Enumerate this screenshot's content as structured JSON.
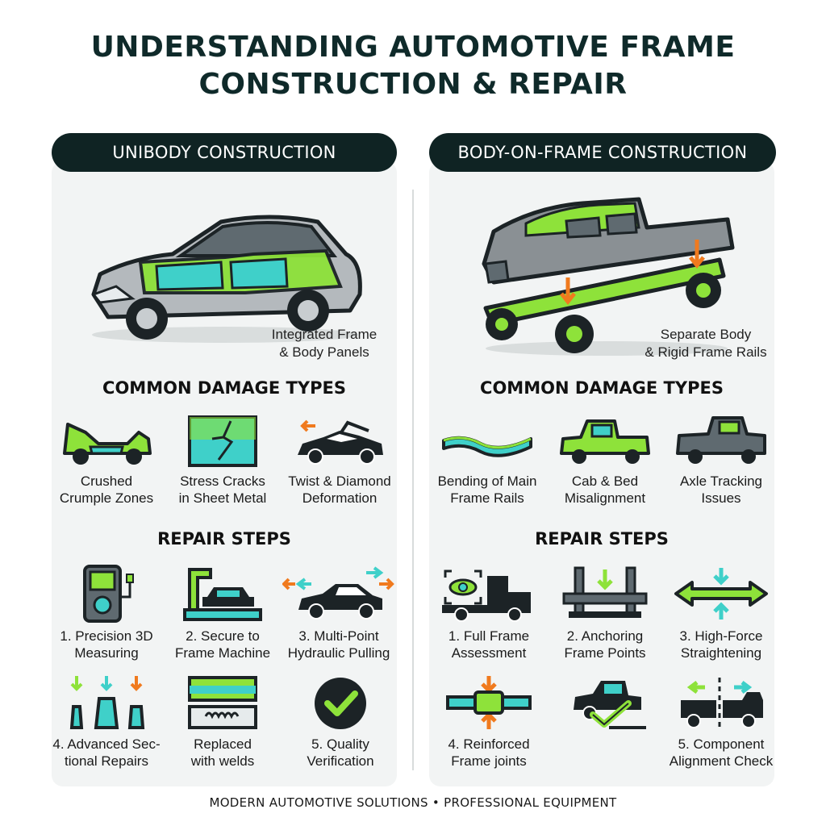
{
  "title_line1": "UNDERSTANDING AUTOMOTIVE FRAME",
  "title_line2": "CONSTRUCTION & REPAIR",
  "colors": {
    "dark": "#0f2323",
    "accent": "#8ee23a",
    "teal": "#3fd0c9",
    "orange": "#f07a1e",
    "panel": "#f2f4f4"
  },
  "unibody": {
    "header": "UNIBODY CONSTRUCTION",
    "hero_caption": "Integrated Frame\n& Body Panels",
    "damage_title": "COMMON DAMAGE TYPES",
    "damage": [
      {
        "icon": "crushed-car-icon",
        "label": "Crushed\nCrumple Zones"
      },
      {
        "icon": "cracked-panel-icon",
        "label": "Stress Cracks\nin Sheet Metal"
      },
      {
        "icon": "twisted-car-icon",
        "label": "Twist & Diamond\nDeformation"
      }
    ],
    "repair_title": "REPAIR STEPS",
    "repairs": [
      {
        "icon": "measuring-device-icon",
        "label": "1. Precision 3D\nMeasuring"
      },
      {
        "icon": "frame-machine-icon",
        "label": "2. Secure to\nFrame Machine"
      },
      {
        "icon": "pulling-car-icon",
        "label": "3. Multi-Point\nHydraulic Pulling"
      },
      {
        "icon": "sectional-repair-icon",
        "label": "4. Advanced Sec-\ntional Repairs"
      },
      {
        "icon": "weld-icon",
        "label": "Replaced\nwith welds"
      },
      {
        "icon": "checkmark-icon",
        "label": "5. Quality\nVerification"
      }
    ]
  },
  "bodyonframe": {
    "header": "BODY-ON-FRAME CONSTRUCTION",
    "hero_caption": "Separate Body\n& Rigid Frame Rails",
    "damage_title": "COMMON DAMAGE TYPES",
    "damage": [
      {
        "icon": "bent-rail-icon",
        "label": "Bending of Main\nFrame Rails"
      },
      {
        "icon": "cab-bed-truck-icon",
        "label": "Cab & Bed\nMisalignment"
      },
      {
        "icon": "axle-truck-icon",
        "label": "Axle Tracking\nIssues"
      }
    ],
    "repair_title": "REPAIR STEPS",
    "repairs": [
      {
        "icon": "assessment-truck-icon",
        "label": "1. Full Frame\nAssessment"
      },
      {
        "icon": "anchoring-icon",
        "label": "2. Anchoring\nFrame Points"
      },
      {
        "icon": "straightening-arrows-icon",
        "label": "3. High-Force\nStraightening"
      },
      {
        "icon": "reinforced-joint-icon",
        "label": "4. Reinforced\nFrame joints"
      },
      {
        "icon": "truck-check-icon",
        "label": ""
      },
      {
        "icon": "alignment-check-icon",
        "label": "5. Component\nAlignment Check"
      }
    ]
  },
  "footer": "MODERN AUTOMOTIVE SOLUTIONS • PROFESSIONAL EQUIPMENT"
}
